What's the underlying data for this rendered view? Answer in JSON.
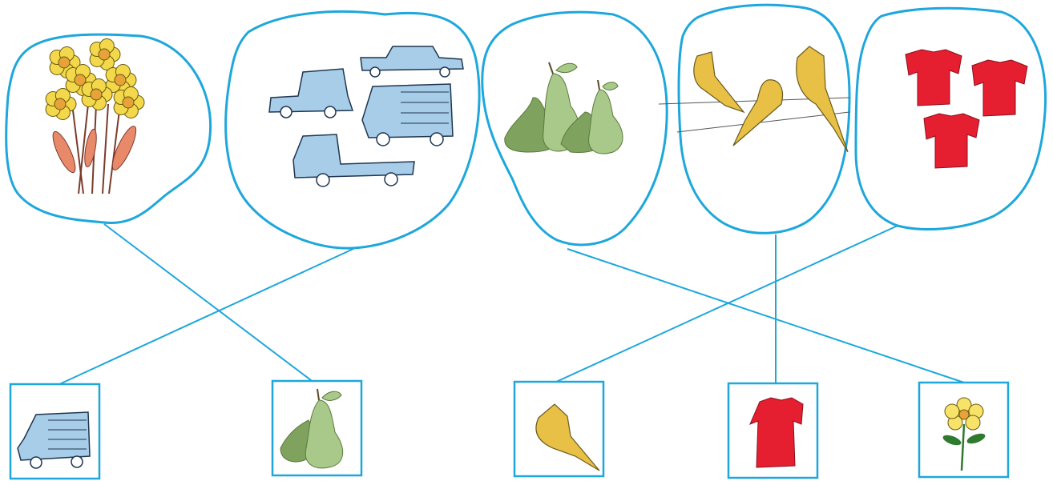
{
  "colors": {
    "outline": "#1ea7dc",
    "flower_petal": "#f2d84a",
    "flower_center": "#e8a23a",
    "flower_stem": "#7a3b2a",
    "flower_leaf": "#e88a6a",
    "vehicle_body": "#a7cde9",
    "vehicle_line": "#1f3550",
    "pear": "#a9c98a",
    "pear_dark": "#7fa35e",
    "bird": "#e8c045",
    "bird_line": "#6a5a20",
    "shirt": "#e51e30",
    "daisy_petal": "#f7e36a",
    "daisy_stem": "#2f7a2f"
  },
  "groups": [
    {
      "id": "flowers",
      "count": 7,
      "icon": "flower-bouquet-icon"
    },
    {
      "id": "vehicles",
      "count": 4,
      "icon": "vehicle-icon"
    },
    {
      "id": "pears",
      "count": 4,
      "icon": "pear-icon"
    },
    {
      "id": "birds",
      "count": 3,
      "icon": "bird-icon"
    },
    {
      "id": "shirts",
      "count": 3,
      "icon": "shirt-icon"
    }
  ],
  "tiles": [
    {
      "id": "truck",
      "icon": "truck-icon"
    },
    {
      "id": "pear",
      "icon": "pear-icon"
    },
    {
      "id": "bird",
      "icon": "bird-icon"
    },
    {
      "id": "dress",
      "icon": "dress-icon"
    },
    {
      "id": "flower",
      "icon": "flower-icon"
    }
  ],
  "connections": [
    {
      "from": "flowers",
      "to": "pear"
    },
    {
      "from": "vehicles",
      "to": "truck"
    },
    {
      "from": "pears",
      "to": "flower"
    },
    {
      "from": "birds",
      "to": "dress"
    },
    {
      "from": "shirts",
      "to": "bird"
    }
  ]
}
